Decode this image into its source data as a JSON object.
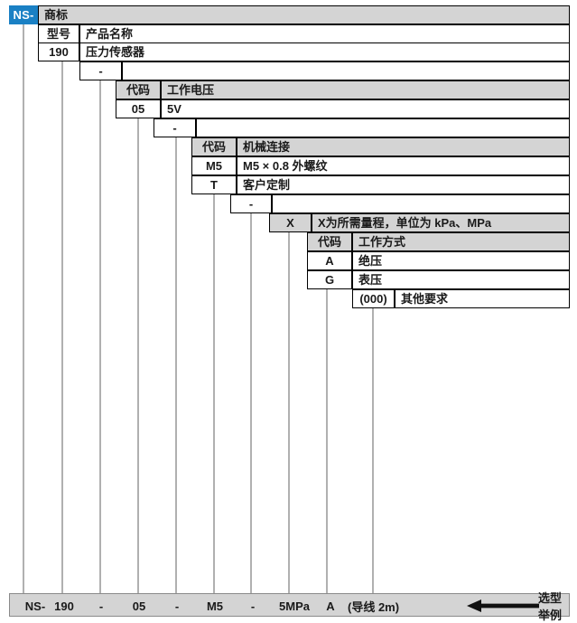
{
  "diagram": {
    "title_code": "NS-",
    "levels": [
      {
        "name": "brand",
        "code_header": "",
        "label_header": "商标",
        "code_value": "NS-",
        "rows": []
      },
      {
        "name": "model",
        "code_header": "型号",
        "label_header": "产品名称",
        "rows": [
          {
            "code": "190",
            "label": "压力传感器"
          }
        ],
        "separator": "-"
      },
      {
        "name": "working-voltage",
        "code_header": "代码",
        "label_header": "工作电压",
        "rows": [
          {
            "code": "05",
            "label": "5V"
          }
        ],
        "separator": "-"
      },
      {
        "name": "mechanical-connection",
        "code_header": "代码",
        "label_header": "机械连接",
        "rows": [
          {
            "code": "M5",
            "label": "M5 × 0.8 外螺纹"
          },
          {
            "code": "T",
            "label": "客户定制"
          }
        ],
        "separator": "-"
      },
      {
        "name": "range",
        "code_header": "X",
        "label_header": "X为所需量程，单位为 kPa、MPa",
        "rows": []
      },
      {
        "name": "working-mode",
        "code_header": "代码",
        "label_header": "工作方式",
        "rows": [
          {
            "code": "A",
            "label": "绝压"
          },
          {
            "code": "G",
            "label": "表压"
          }
        ]
      },
      {
        "name": "other-requirement",
        "code_header": "(000)",
        "label_header": "其他要求",
        "rows": []
      }
    ]
  },
  "example": {
    "tokens": [
      "NS-",
      "190",
      "-",
      "05",
      "-",
      "M5",
      "-",
      "5MPa",
      "A",
      "(导线 2m)"
    ],
    "legend": "选型举例",
    "arrow_icon": "left-arrow-icon"
  }
}
